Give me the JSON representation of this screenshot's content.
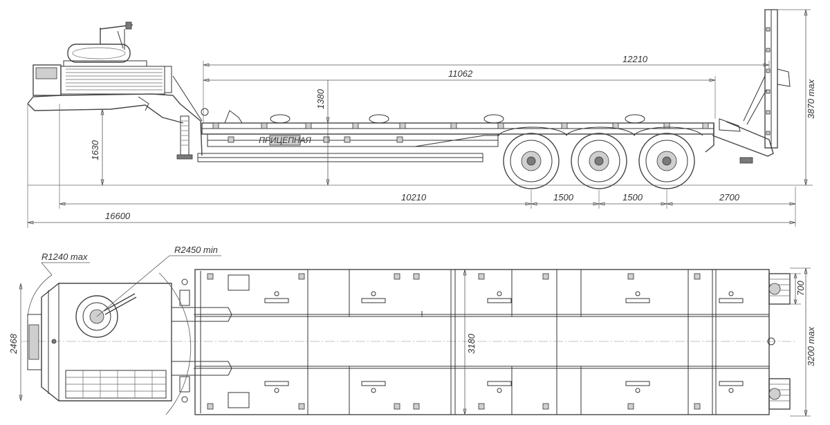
{
  "dimensions": {
    "overall_length": "16600",
    "platform_length": "12210",
    "deck_length": "11062",
    "kingpin_to_axle": "10210",
    "axle_spacing_1": "1500",
    "axle_spacing_2": "1500",
    "rear_overhang": "2700",
    "gooseneck_height": "1630",
    "deck_height": "1380",
    "max_height": "3870 max",
    "front_radius": "R1240 max",
    "turn_radius": "R2450 min",
    "front_width": "2468",
    "deck_width": "3180",
    "max_width": "3200 max",
    "ramp_width": "700"
  },
  "plate_text": "ПРИЦЕПНАЯ",
  "colors": {
    "line": "#333333",
    "background": "#ffffff"
  }
}
